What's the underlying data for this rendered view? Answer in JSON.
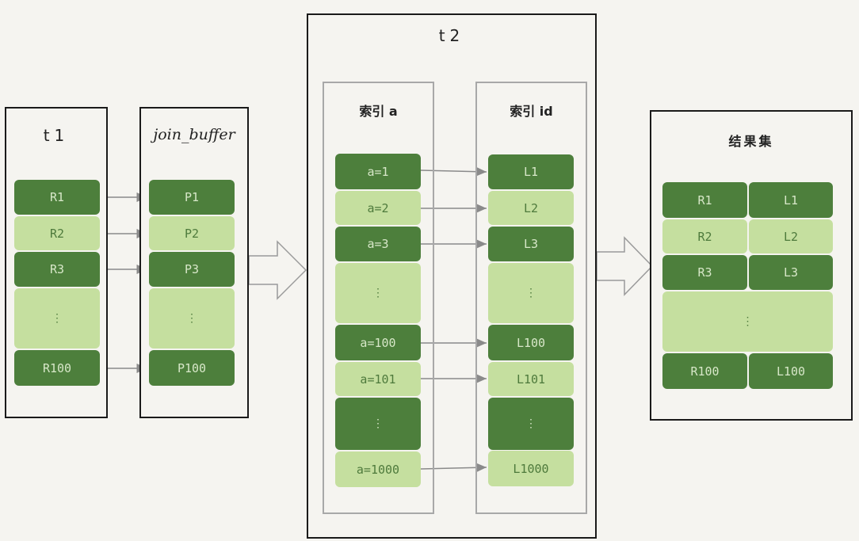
{
  "t1": {
    "title": "t1",
    "rows": [
      {
        "label": "R1",
        "tone": "dark"
      },
      {
        "label": "R2",
        "tone": "light"
      },
      {
        "label": "R3",
        "tone": "dark"
      },
      {
        "label": "⋮",
        "tone": "light"
      },
      {
        "label": "R100",
        "tone": "dark"
      }
    ]
  },
  "join_buffer": {
    "title": "join_buffer",
    "rows": [
      {
        "label": "P1",
        "tone": "dark"
      },
      {
        "label": "P2",
        "tone": "light"
      },
      {
        "label": "P3",
        "tone": "dark"
      },
      {
        "label": "⋮",
        "tone": "light"
      },
      {
        "label": "P100",
        "tone": "dark"
      }
    ]
  },
  "t2": {
    "title": "t2",
    "index_a": {
      "title": "索引 a",
      "rows": [
        {
          "label": "a=1",
          "tone": "dark"
        },
        {
          "label": "a=2",
          "tone": "light"
        },
        {
          "label": "a=3",
          "tone": "dark"
        },
        {
          "label": "⋮",
          "tone": "light"
        },
        {
          "label": "a=100",
          "tone": "dark"
        },
        {
          "label": "a=101",
          "tone": "light"
        },
        {
          "label": "⋮",
          "tone": "dark"
        },
        {
          "label": "a=1000",
          "tone": "light"
        }
      ]
    },
    "index_id": {
      "title": "索引 id",
      "rows": [
        {
          "label": "L1",
          "tone": "dark"
        },
        {
          "label": "L2",
          "tone": "light"
        },
        {
          "label": "L3",
          "tone": "dark"
        },
        {
          "label": "⋮",
          "tone": "light"
        },
        {
          "label": "L100",
          "tone": "dark"
        },
        {
          "label": "L101",
          "tone": "light"
        },
        {
          "label": "⋮",
          "tone": "dark"
        },
        {
          "label": "L1000",
          "tone": "light"
        }
      ]
    }
  },
  "result": {
    "title": "结果集",
    "rows": [
      {
        "left": "R1",
        "right": "L1",
        "tone": "dark"
      },
      {
        "left": "R2",
        "right": "L2",
        "tone": "light"
      },
      {
        "left": "R3",
        "right": "L3",
        "tone": "dark"
      },
      {
        "left": "⋮",
        "right": "",
        "tone": "light"
      },
      {
        "left": "R100",
        "right": "L100",
        "tone": "dark"
      }
    ]
  },
  "colors": {
    "dark_green": "#4d7f3c",
    "light_green": "#c5df9f",
    "panel_border": "#1a1a1a",
    "subpanel_border": "#a8a8a8",
    "arrow": "#8a8a8a"
  }
}
